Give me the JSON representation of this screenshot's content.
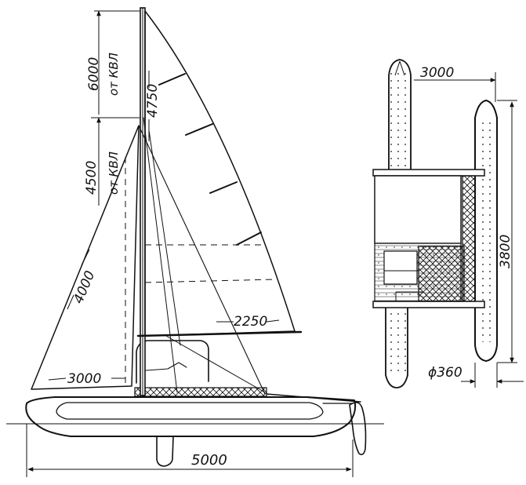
{
  "dimensions": {
    "mast_height_label": "6000",
    "mast_height_note": "от КВЛ",
    "jib_height_label": "4500",
    "jib_height_note": "от КВЛ",
    "main_luff_label": "4750",
    "jib_luff_label": "4000",
    "boom_label": "2250",
    "jib_foot_label": "3000",
    "overall_length_label": "5000",
    "beam_length_label": "3000",
    "overall_width_label": "3800",
    "hull_diameter_label": "ϕ360"
  }
}
